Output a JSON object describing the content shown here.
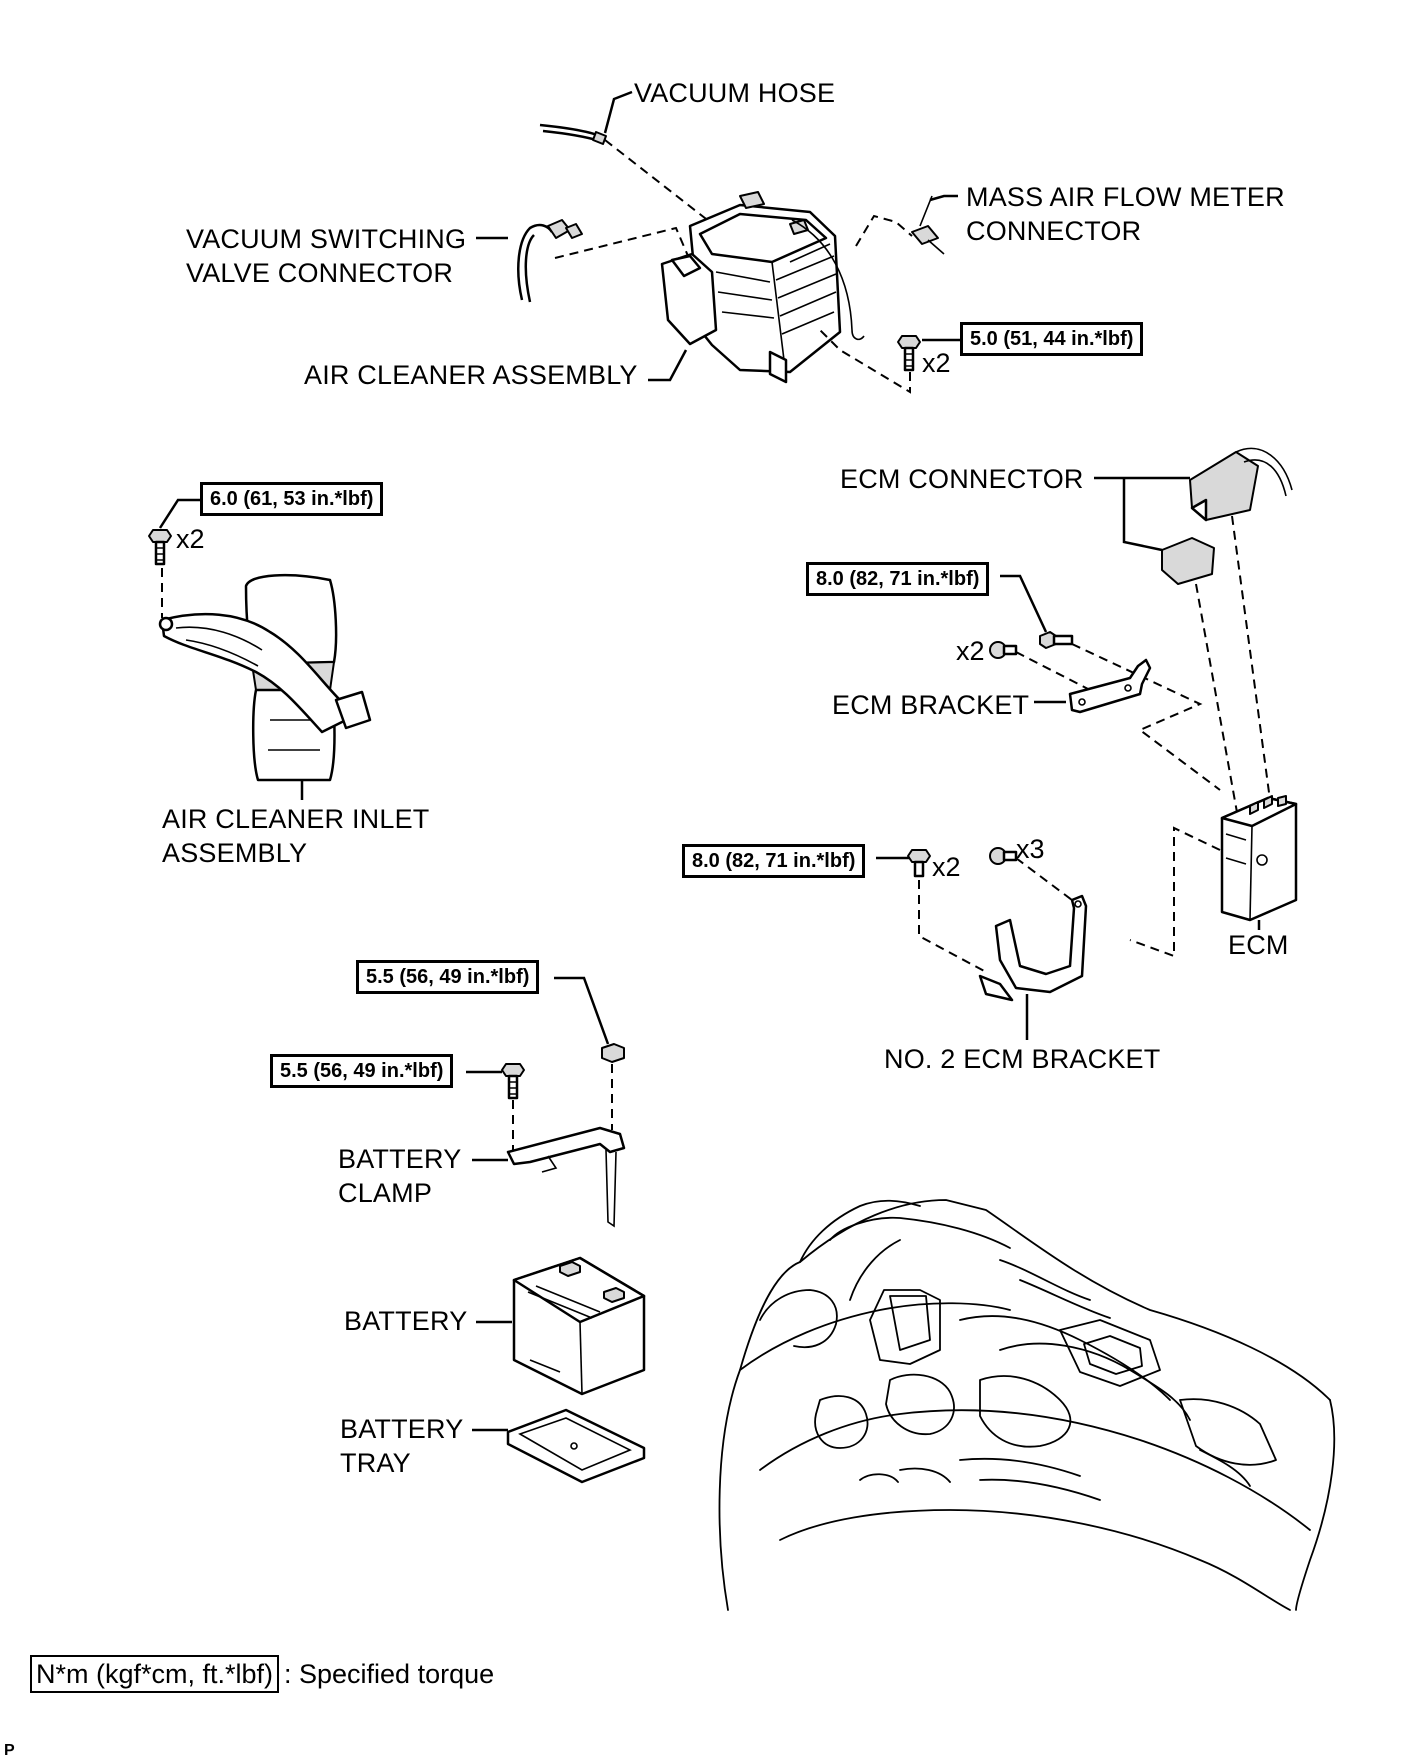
{
  "labels": {
    "vacuum_hose": "VACUUM HOSE",
    "vsv_connector": "VACUUM SWITCHING\nVALVE CONNECTOR",
    "maf_connector": "MASS AIR FLOW METER\nCONNECTOR",
    "air_cleaner_assembly": "AIR CLEANER ASSEMBLY",
    "ecm_connector": "ECM CONNECTOR",
    "ecm_bracket": "ECM BRACKET",
    "air_cleaner_inlet": "AIR CLEANER INLET\nASSEMBLY",
    "ecm": "ECM",
    "no2_ecm_bracket": "NO. 2 ECM BRACKET",
    "battery_clamp": "BATTERY\nCLAMP",
    "battery": "BATTERY",
    "battery_tray": "BATTERY\nTRAY"
  },
  "torques": {
    "air_cleaner_bolt": "5.0 (51, 44 in.*lbf)",
    "inlet_bolt": "6.0 (61, 53 in.*lbf)",
    "ecm_bracket_bolt": "8.0 (82, 71 in.*lbf)",
    "no2_ecm_bracket_bolt": "8.0 (82, 71 in.*lbf)",
    "battery_clamp_nut": "5.5 (56, 49 in.*lbf)",
    "battery_clamp_bolt": "5.5 (56, 49 in.*lbf)"
  },
  "counts": {
    "air_cleaner_x2": "x2",
    "inlet_x2": "x2",
    "ecm_bracket_x2": "x2",
    "no2_bracket_x2": "x2",
    "no2_bracket_x3": "x3"
  },
  "legend": {
    "box_text": "N*m (kgf*cm, ft.*lbf)",
    "description": ": Specified torque"
  },
  "corner_mark": "P",
  "icons": [
    "bolt-icon",
    "nut-icon",
    "screw-icon"
  ]
}
